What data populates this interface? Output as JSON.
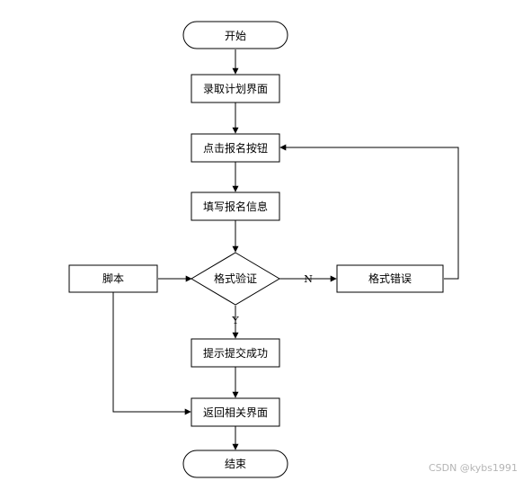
{
  "nodes": {
    "start": "开始",
    "open_plan_page": "录取计划界面",
    "click_signup_button": "点击报名按钮",
    "fill_signup_info": "填写报名信息",
    "format_check": "格式验证",
    "format_error": "格式错误",
    "script": "脚本",
    "prompt_submit_success": "提示提交成功",
    "return_related_page": "返回相关界面",
    "end": "结束"
  },
  "edge_labels": {
    "no": "N",
    "yes": "Y"
  },
  "watermark": "CSDN @kybs1991"
}
